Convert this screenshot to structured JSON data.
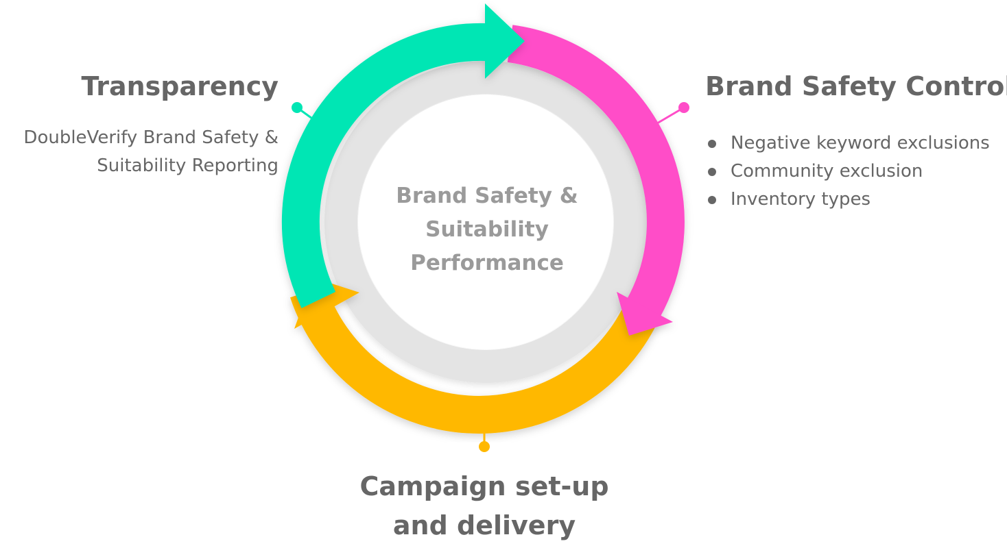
{
  "center": {
    "lines": [
      "Brand Safety &",
      "Suitability",
      "Performance"
    ]
  },
  "transparency": {
    "title": "Transparency",
    "description_lines": [
      "DoubleVerify Brand Safety &",
      "Suitability Reporting"
    ]
  },
  "brand_safety_controls": {
    "title": "Brand Safety Controls",
    "items": [
      "Negative keyword exclusions",
      "Community exclusion",
      "Inventory types"
    ]
  },
  "campaign": {
    "title_lines": [
      "Campaign set-up",
      "and delivery"
    ]
  },
  "colors": {
    "teal": "#00E6B4",
    "pink": "#FF4DC8",
    "yellow": "#FFB800",
    "inner_ring": "#E4E4E4",
    "text": "#666666",
    "center_text": "#9A9A9A"
  }
}
